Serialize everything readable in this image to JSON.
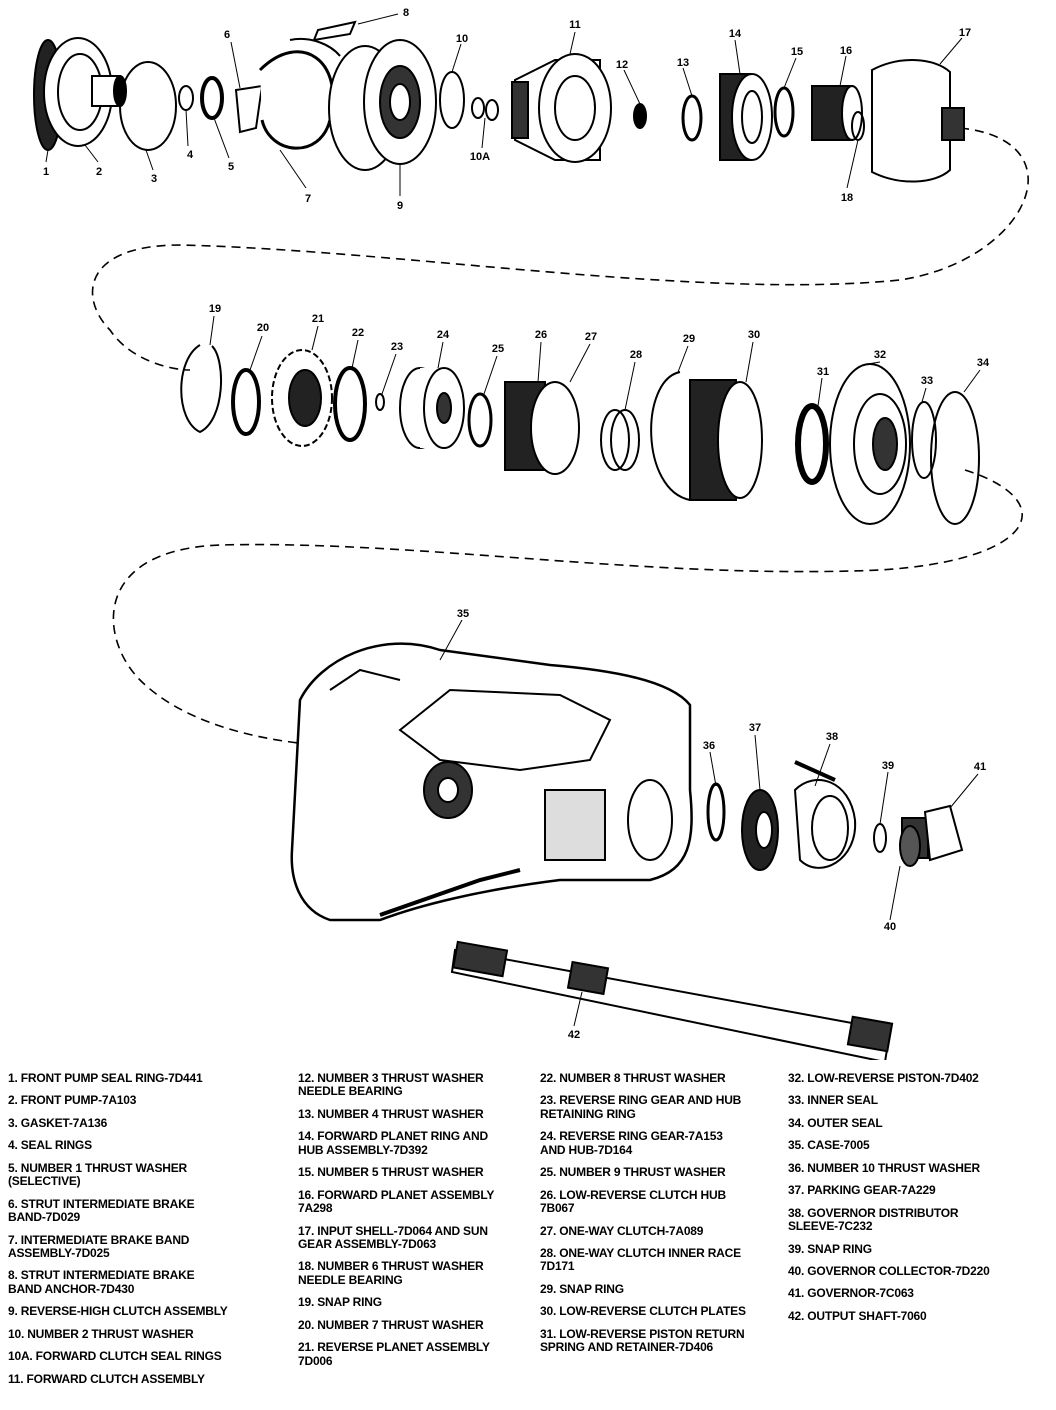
{
  "callouts": [
    "1",
    "2",
    "3",
    "4",
    "5",
    "6",
    "7",
    "8",
    "9",
    "10",
    "10A",
    "11",
    "12",
    "13",
    "14",
    "15",
    "16",
    "17",
    "18",
    "19",
    "20",
    "21",
    "22",
    "23",
    "24",
    "25",
    "26",
    "27",
    "28",
    "29",
    "30",
    "31",
    "32",
    "33",
    "34",
    "35",
    "36",
    "37",
    "38",
    "39",
    "40",
    "41",
    "42"
  ],
  "legend": {
    "col1": [
      "1. FRONT PUMP SEAL RING-7D441",
      "2. FRONT PUMP-7A103",
      "3. GASKET-7A136",
      "4. SEAL RINGS",
      "5. NUMBER 1 THRUST WASHER\n(SELECTIVE)",
      "6. STRUT INTERMEDIATE BRAKE\nBAND-7D029",
      "7. INTERMEDIATE BRAKE BAND\nASSEMBLY-7D025",
      "8. STRUT INTERMEDIATE BRAKE\nBAND ANCHOR-7D430",
      "9. REVERSE-HIGH CLUTCH ASSEMBLY",
      "10. NUMBER 2 THRUST WASHER",
      "10A. FORWARD CLUTCH SEAL RINGS",
      "11. FORWARD CLUTCH ASSEMBLY"
    ],
    "col2": [
      "12. NUMBER 3 THRUST WASHER\nNEEDLE BEARING",
      "13. NUMBER 4 THRUST WASHER",
      "14. FORWARD PLANET RING AND\nHUB ASSEMBLY-7D392",
      "15. NUMBER 5 THRUST WASHER",
      "16. FORWARD PLANET ASSEMBLY\n7A298",
      "17. INPUT SHELL-7D064 AND SUN\nGEAR ASSEMBLY-7D063",
      "18. NUMBER 6 THRUST WASHER\nNEEDLE BEARING",
      "19. SNAP RING",
      "20. NUMBER 7 THRUST WASHER",
      "21. REVERSE PLANET ASSEMBLY\n7D006"
    ],
    "col3": [
      "22. NUMBER 8 THRUST WASHER",
      "23. REVERSE RING GEAR AND HUB\nRETAINING RING",
      "24. REVERSE RING GEAR-7A153\nAND HUB-7D164",
      "25. NUMBER 9 THRUST WASHER",
      "26. LOW-REVERSE CLUTCH HUB\n7B067",
      "27. ONE-WAY CLUTCH-7A089",
      "28. ONE-WAY CLUTCH INNER RACE\n7D171",
      "29. SNAP RING",
      "30. LOW-REVERSE CLUTCH PLATES",
      "31. LOW-REVERSE PISTON RETURN\nSPRING AND RETAINER-7D406"
    ],
    "col4": [
      "32. LOW-REVERSE PISTON-7D402",
      "33. INNER SEAL",
      "34. OUTER SEAL",
      "35. CASE-7005",
      "36. NUMBER 10 THRUST WASHER",
      "37. PARKING GEAR-7A229",
      "38. GOVERNOR DISTRIBUTOR\nSLEEVE-7C232",
      "39. SNAP RING",
      "40. GOVERNOR COLLECTOR-7D220",
      "41. GOVERNOR-7C063",
      "42. OUTPUT SHAFT-7060"
    ]
  }
}
